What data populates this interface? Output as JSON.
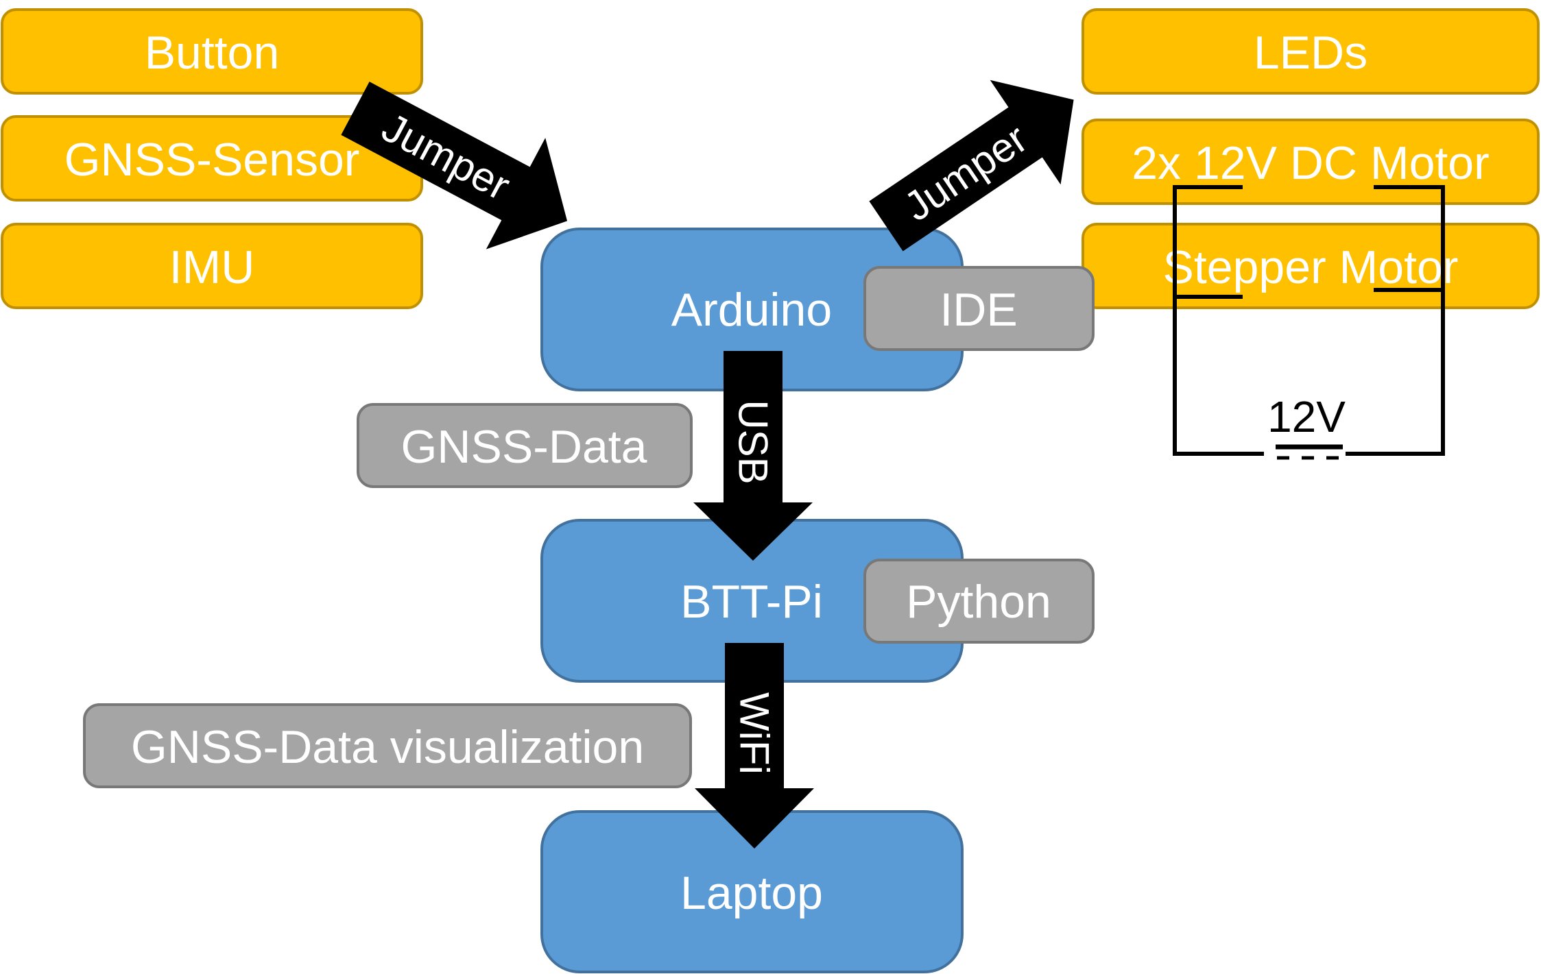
{
  "inputs": {
    "button": "Button",
    "gnss_sensor": "GNSS-Sensor",
    "imu": "IMU"
  },
  "outputs": {
    "leds": "LEDs",
    "dc_motor": "2x 12V DC Motor",
    "stepper_motor": "Stepper Motor"
  },
  "nodes": {
    "arduino": "Arduino",
    "btt_pi": "BTT-Pi",
    "laptop": "Laptop"
  },
  "software": {
    "ide": "IDE",
    "python": "Python"
  },
  "data_labels": {
    "gnss_data": "GNSS-Data",
    "gnss_visualization": "GNSS-Data visualization"
  },
  "connections": {
    "jumper_in": "Jumper",
    "jumper_out": "Jumper",
    "usb": "USB",
    "wifi": "WiFi"
  },
  "power": {
    "voltage": "12V"
  },
  "colors": {
    "input_output_fill": "#ffc000",
    "input_output_stroke": "#c09000",
    "node_fill": "#5b9bd5",
    "node_stroke": "#41719c",
    "software_fill": "#a5a5a5",
    "software_stroke": "#787878",
    "arrow": "#000000",
    "text_light": "#ffffff",
    "text_dark": "#000000"
  }
}
